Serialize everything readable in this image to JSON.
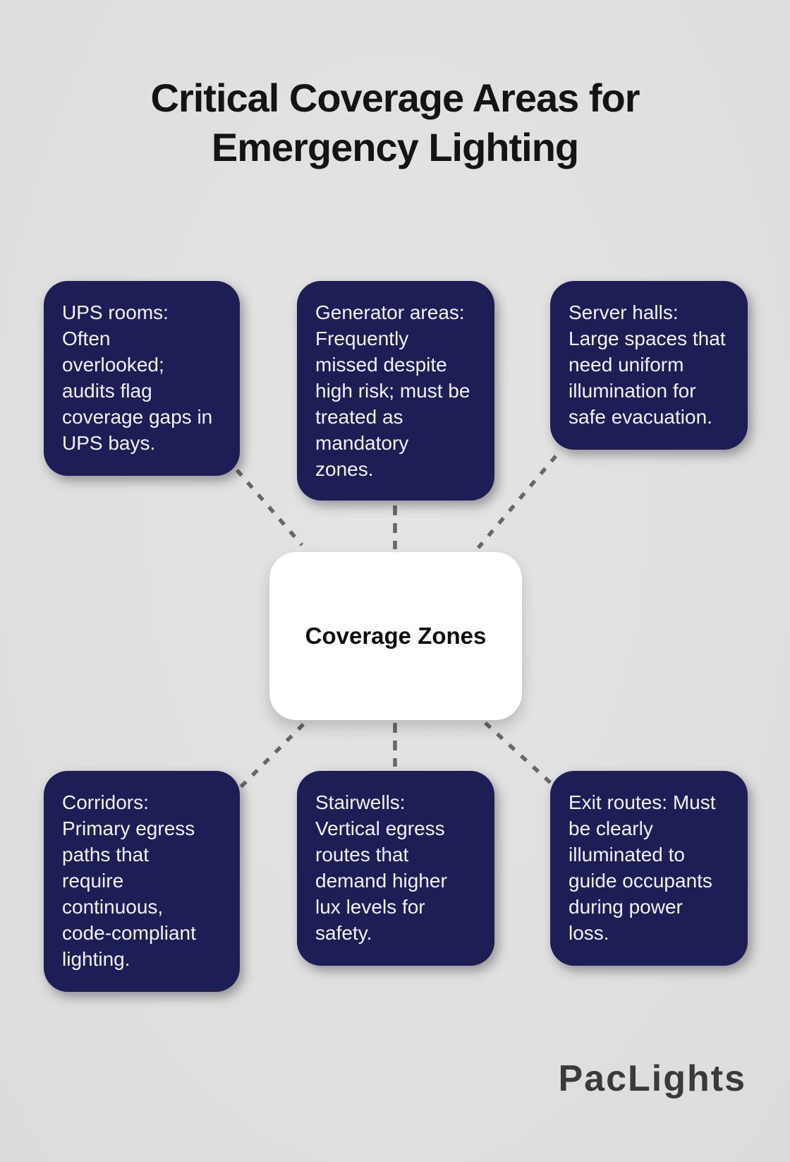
{
  "title": "Critical Coverage Areas for\nEmergency Lighting",
  "center_node": {
    "label": "Coverage Zones"
  },
  "nodes": [
    {
      "id": "ups-rooms",
      "text": "UPS rooms:\nOften\noverlooked;\naudits flag\ncoverage gaps in\nUPS bays."
    },
    {
      "id": "generator-areas",
      "text": "Generator areas:\nFrequently\nmissed despite\nhigh risk; must be\ntreated as\nmandatory\nzones."
    },
    {
      "id": "server-halls",
      "text": "Server halls:\nLarge spaces that\nneed uniform\nillumination for\nsafe evacuation."
    },
    {
      "id": "corridors",
      "text": "Corridors:\nPrimary egress\npaths that\nrequire\ncontinuous,\ncode-compliant\nlighting."
    },
    {
      "id": "stairwells",
      "text": "Stairwells:\nVertical egress\nroutes that\ndemand higher\nlux levels for\nsafety."
    },
    {
      "id": "exit-routes",
      "text": "Exit routes: Must\nbe clearly\nilluminated to\nguide occupants\nduring power\nloss."
    }
  ],
  "logo": "PacLights",
  "colors": {
    "background": "#e0e0e0",
    "node_bg": "#1e1e56",
    "node_text": "#f2f2f6",
    "center_bg": "#ffffff",
    "connector": "#676767",
    "title_text": "#141414",
    "logo_text": "#3a3a3a"
  }
}
